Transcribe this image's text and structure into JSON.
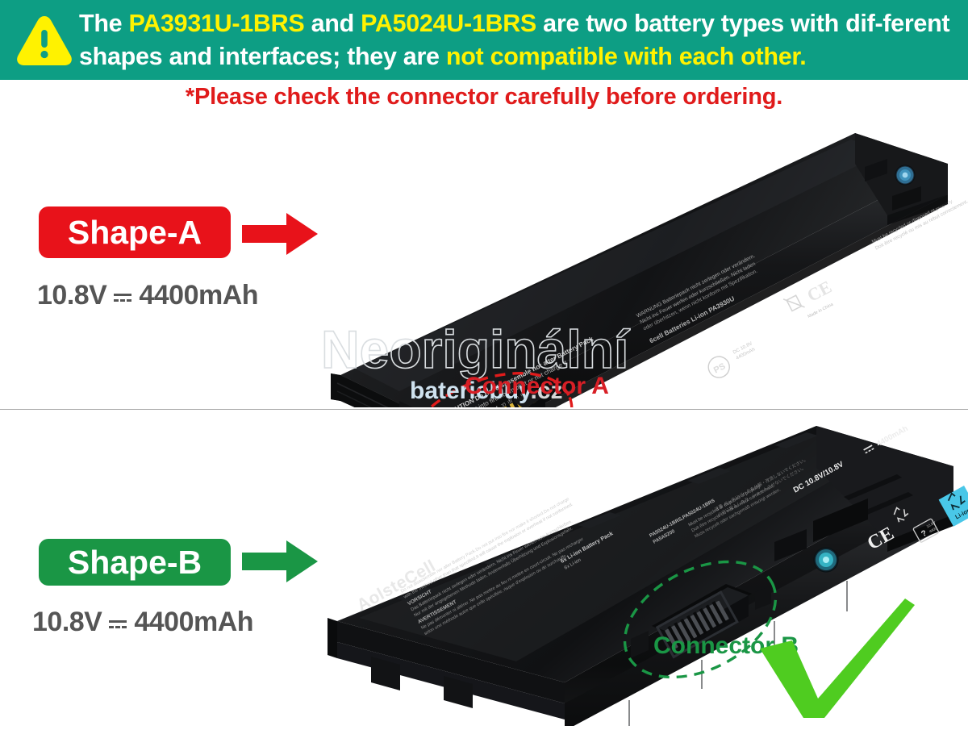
{
  "banner": {
    "icon": "warning-triangle-icon",
    "bg_color": "#0d9e84",
    "highlight_color": "#fff200",
    "text_color": "#ffffff",
    "segments": [
      {
        "text": "The ",
        "highlight": false
      },
      {
        "text": "PA3931U-1BRS",
        "highlight": true
      },
      {
        "text": " and ",
        "highlight": false
      },
      {
        "text": "PA5024U-1BRS",
        "highlight": true
      },
      {
        "text": " are two battery types with dif-ferent shapes and interfaces; they are ",
        "highlight": false
      },
      {
        "text": "not compatible with each other.",
        "highlight": true
      }
    ],
    "line1_plain": "The PA3931U-1BRS and PA5024U-1BRS are two battery types with dif-",
    "line2_plain": "ferent shapes and interfaces; they are not compatible with each other."
  },
  "subtitle": {
    "text": "*Please check the connector carefully before ordering.",
    "color": "#e01b1b"
  },
  "sections": [
    {
      "id": "shape-a",
      "badge_label": "Shape-A",
      "badge_color": "#e8121a",
      "arrow_color": "#e8121a",
      "voltage": "10.8V",
      "dc_symbol": "dc-symbol",
      "capacity": "4400mAh",
      "spec_color": "#555555",
      "connector_label": "Connector A",
      "connector_label_color": "#d81f26",
      "highlight_shape": "red-dashed-ellipse",
      "battery_label_texts": [
        "CAUTION  Do  not  disassemble nor alter Battery Pack",
        "Do not put into fire nor mark it or not charge it",
        "or overheat if not conforme.",
        "6cell Batteries Li-ion",
        "PA3930U",
        "CE",
        "PSE",
        "DC 10.8V",
        "Made in China"
      ]
    },
    {
      "id": "shape-b",
      "badge_label": "Shape-B",
      "badge_color": "#1a9645",
      "arrow_color": "#1a9645",
      "voltage": "10.8V",
      "dc_symbol": "dc-symbol",
      "capacity": "4400mAh",
      "spec_color": "#555555",
      "connector_label": "Connector B",
      "connector_label_color": "#1a9645",
      "highlight_shape": "green-dashed-ellipse",
      "verdict_icon": "green-checkmark-icon",
      "verdict_color": "#4fcc20",
      "battery_brand": "AolsteCell",
      "battery_label_texts": [
        "6x Li-ion Battery Pack",
        "DC 10.8V/10.8V  4400mAh",
        "PA5024U-1BRS,PA5024U-1BRS",
        "PA5A5200",
        "VORSICHT",
        "AVERTISSEMENT",
        "Must be recycled or disposed of properly.",
        "CE",
        "Li-ion",
        "Made in China"
      ]
    }
  ],
  "watermark": {
    "main": "Neoriginální",
    "sub_name": "bateriebuy",
    "sub_tld": ".cz",
    "main_color": "#d9dde0",
    "sub_color": "#cfe2ef"
  },
  "divider": {
    "color": "#a8a8a8"
  }
}
